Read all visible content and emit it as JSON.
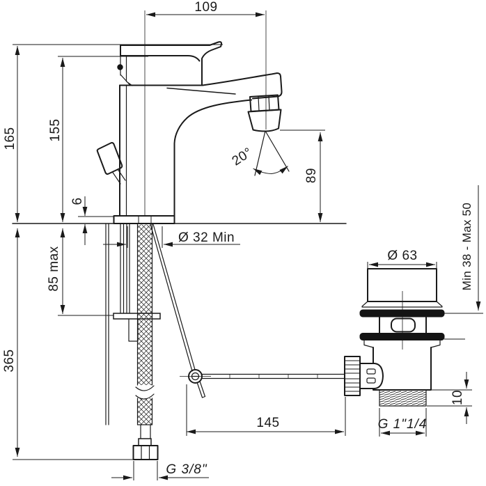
{
  "drawing": {
    "type": "technical-dimension-drawing",
    "subject": "single-lever basin/bidet mixer with pop-up waste and flexible supply hose",
    "units": "mm",
    "line_color": "#1a1a1a",
    "background_color": "#ffffff",
    "dims": {
      "spout_reach": "109",
      "total_height": "165",
      "body_height": "155",
      "base_thickness": "6",
      "under_deck_clearance": "85  max",
      "hose_length": "365",
      "spout_outlet_height": "89",
      "spray_angle": "20°",
      "mounting_hole": "Ø 32 Min",
      "waste_cap_diameter": "Ø 63",
      "basin_thickness": "Min 38  -  Max 50",
      "rod_to_waste": "145",
      "waste_thread_length": "10",
      "waste_thread": "G  1\"1/4",
      "supply_thread": "G  3/8\""
    }
  }
}
